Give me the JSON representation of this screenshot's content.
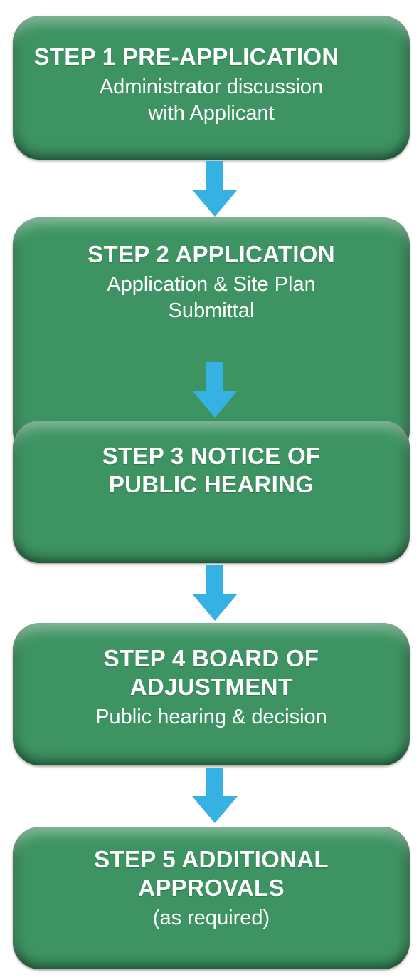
{
  "steps": [
    {
      "title": "STEP 1 PRE-APPLICATION",
      "description_lines": [
        "Administrator discussion",
        "with Applicant"
      ]
    },
    {
      "title": "STEP 2 APPLICATION",
      "description_lines": [
        "Application & Site Plan",
        "Submittal"
      ]
    },
    {
      "title_lines": [
        "STEP 3 NOTICE OF",
        "PUBLIC HEARING"
      ]
    },
    {
      "title_lines": [
        "STEP 4 BOARD OF",
        "ADJUSTMENT"
      ],
      "description_lines": [
        "Public hearing & decision"
      ]
    },
    {
      "title_lines": [
        "STEP 5 ADDITIONAL",
        "APPROVALS"
      ],
      "description_lines": [
        "(as required)"
      ]
    }
  ],
  "colors": {
    "box_fill": "#3d9462",
    "arrow_fill": "#35b1e4",
    "text": "#ffffff"
  },
  "icons": {
    "connector": "arrow-down-icon"
  }
}
